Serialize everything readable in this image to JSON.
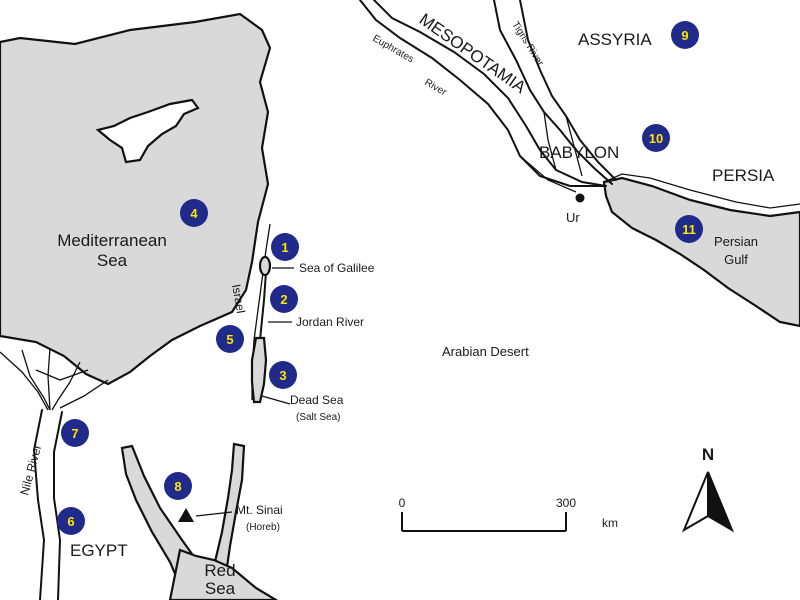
{
  "regions": {
    "assyria": "ASSYRIA",
    "mesopotamia": "MESOPOTAMIA",
    "babylon": "BABYLON",
    "persia": "PERSIA",
    "egypt": "EGYPT",
    "israel": "Israel",
    "arabian_desert": "Arabian Desert"
  },
  "water": {
    "mediterranean_line1": "Mediterranean",
    "mediterranean_line2": "Sea",
    "sea_of_galilee": "Sea of Galilee",
    "jordan_river": "Jordan River",
    "dead_sea": "Dead Sea",
    "dead_sea_alt": "(Salt Sea)",
    "persian_gulf_line1": "Persian",
    "persian_gulf_line2": "Gulf",
    "red_sea_line1": "Red",
    "red_sea_line2": "Sea",
    "nile_river": "Nile River",
    "tigris_river": "Tigris River",
    "euphrates_line1": "Euphrates",
    "euphrates_line2": "River"
  },
  "places": {
    "ur": "Ur",
    "mt_sinai": "Mt. Sinai",
    "mt_sinai_alt": "(Horeb)"
  },
  "markers": [
    "1",
    "2",
    "3",
    "4",
    "5",
    "6",
    "7",
    "8",
    "9",
    "10",
    "11"
  ],
  "scale_bar": {
    "min_label": "0",
    "max_label": "300",
    "unit": "km"
  },
  "north_arrow": {
    "label": "N"
  },
  "colors": {
    "water_fill": "#d9d9d9",
    "marker_fill": "#1f2a8a",
    "marker_text": "#ffe600",
    "outline": "#111111"
  }
}
